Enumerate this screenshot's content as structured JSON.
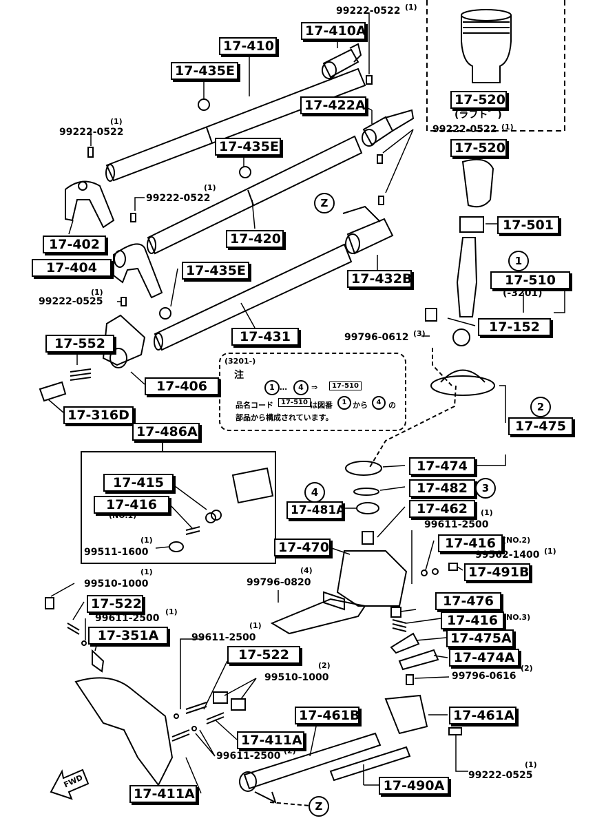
{
  "parts": {
    "p17_410": "17-410",
    "p17_410A": "17-410A",
    "p17_435E_a": "17-435E",
    "p17_435E_b": "17-435E",
    "p17_435E_c": "17-435E",
    "p17_422A": "17-422A",
    "p17_520_top": "17-520",
    "p17_520_top_sub": "(ラフト゛)",
    "p17_520": "17-520",
    "p17_402": "17-402",
    "p17_404": "17-404",
    "p17_420": "17-420",
    "p17_432B": "17-432B",
    "p17_501": "17-501",
    "p17_510": "17-510",
    "p17_510_sub": "(-3201)",
    "p17_152": "17-152",
    "p17_431": "17-431",
    "p17_552": "17-552",
    "p17_406": "17-406",
    "p17_316D": "17-316D",
    "p17_475": "17-475",
    "p17_486A": "17-486A",
    "p17_474": "17-474",
    "p17_482": "17-482",
    "p17_415": "17-415",
    "p17_416": "17-416",
    "p17_416_sub": "(NO.1)",
    "p17_481A": "17-481A",
    "p17_462": "17-462",
    "p17_470": "17-470",
    "p17_416_no2": "17-416",
    "p17_416_no2_sub": "(NO.2)",
    "p17_491B": "17-491B",
    "p17_476": "17-476",
    "p17_416_no3": "17-416",
    "p17_416_no3_sub": "(NO.3)",
    "p17_475A": "17-475A",
    "p17_474A": "17-474A",
    "p17_522_a": "17-522",
    "p17_351A": "17-351A",
    "p17_522_b": "17-522",
    "p17_461B": "17-461B",
    "p17_461A": "17-461A",
    "p17_411A_a": "17-411A",
    "p17_411A_b": "17-411A",
    "p17_490A": "17-490A"
  },
  "numbers": {
    "n99222_0522_top": "99222-0522",
    "n99222_0522_top_q": "(1)",
    "n99222_0522_left": "99222-0522",
    "n99222_0522_left_q": "(1)",
    "n99222_0522_mid": "99222-0522",
    "n99222_0522_mid_q": "(1)",
    "n99222_0522_right": "99222-0522",
    "n99222_0522_right_q": "(1)",
    "n99222_0525": "99222-0525",
    "n99222_0525_q": "(1)",
    "n99796_0612": "99796-0612",
    "n99796_0612_q": "(3)",
    "n99511_1600": "99511-1600",
    "n99511_1600_q": "(1)",
    "n99611_2500_r": "99611-2500",
    "n99611_2500_r_q": "(1)",
    "n99562_1400": "99562-1400",
    "n99562_1400_q": "(1)",
    "n99510_1000_l": "99510-1000",
    "n99510_1000_l_q": "(1)",
    "n99796_0820": "99796-0820",
    "n99796_0820_q": "(4)",
    "n99611_2500_l": "99611-2500",
    "n99611_2500_l_q": "(1)",
    "n99611_2500_m": "99611-2500",
    "n99611_2500_m_q": "(1)",
    "n99510_1000_m": "99510-1000",
    "n99510_1000_m_q": "(2)",
    "n99796_0616": "99796-0616",
    "n99796_0616_q": "(2)",
    "n99611_2500_b": "99611-2500",
    "n99611_2500_b_q": "(2)",
    "n99222_0525_b": "99222-0525",
    "n99222_0525_b_q": "(1)"
  },
  "circles": {
    "c1": "1",
    "c2": "2",
    "c3": "3",
    "c4": "4",
    "z1": "Z",
    "z2": "Z"
  },
  "note": {
    "range": "(3201-)",
    "heading": "注",
    "c1": "1",
    "dots": "…",
    "c4": "4",
    "arrow": "⇒",
    "ref": "17-510",
    "line1a": "品名コード",
    "line1ref": "17-510",
    "line1b": "は図番",
    "line1c1": "1",
    "line1c": "から",
    "line1c4": "4",
    "line1d": "の",
    "line2": "部品から構成されています。"
  },
  "fwd": "FWD"
}
